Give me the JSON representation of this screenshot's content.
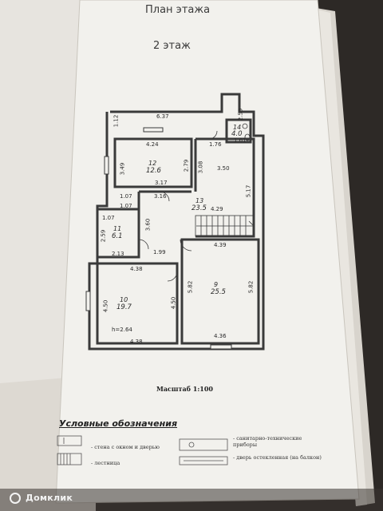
{
  "plan": {
    "title": "План этажа",
    "floor": "2 этаж",
    "scale": "Масштаб 1:100"
  },
  "rooms": [
    {
      "num": "12",
      "area": "12.6"
    },
    {
      "num": "13",
      "area": "23.5"
    },
    {
      "num": "11",
      "area": "6.1"
    },
    {
      "num": "10",
      "area": "19.7"
    },
    {
      "num": "9",
      "area": "25.5"
    },
    {
      "num": "14",
      "area": "4.0"
    }
  ],
  "dims": {
    "top": "6.37",
    "d112": "1.12",
    "d424": "4.24",
    "d349": "3.49",
    "d279": "2.79",
    "d317": "3.17",
    "d316": "3.16",
    "d107a": "1.07",
    "d107b": "1.07",
    "d107c": "1.07",
    "d176": "1.76",
    "d308": "3.08",
    "d350": "3.50",
    "d517": "5.17",
    "d429": "4.29",
    "d259": "2.59",
    "d213": "2.13",
    "d360": "3.60",
    "d199": "1.99",
    "d438a": "4.38",
    "d438b": "4.38",
    "d450a": "4.50",
    "d450b": "4.50",
    "h": "h=2.64",
    "d439": "4.39",
    "d582a": "5.82",
    "d582b": "5.82",
    "d436": "4.36",
    "d259b": "2.59",
    "d161": "1.61"
  },
  "legend": {
    "heading": "Условные обозначения",
    "items": [
      "- стена с окном и дверью",
      "- лестница",
      "- санитарно-технические приборы",
      "- дверь остекленная (на балкон)"
    ]
  },
  "watermark": "Домклик"
}
